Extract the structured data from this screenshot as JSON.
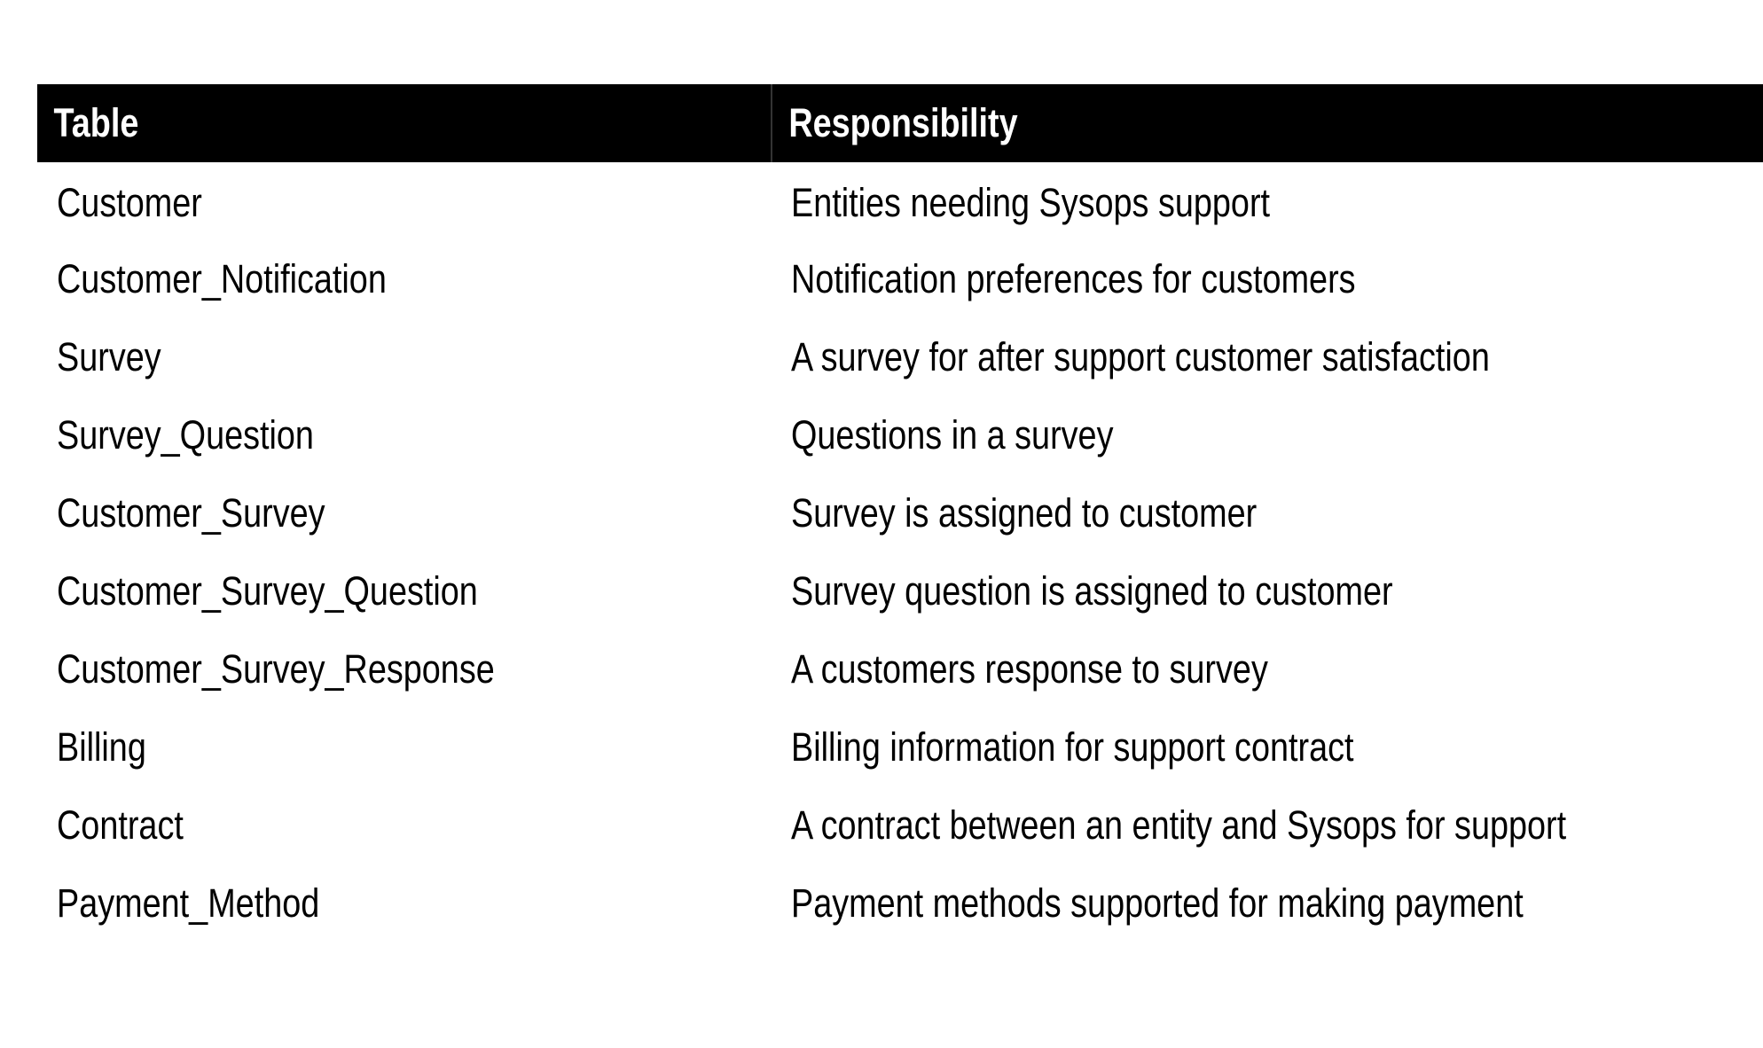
{
  "table": {
    "headers": [
      "Table",
      "Responsibility"
    ],
    "rows": [
      [
        "Customer",
        "Entities needing Sysops support"
      ],
      [
        "Customer_Notification",
        "Notification preferences for customers"
      ],
      [
        "Survey",
        "A survey for after support customer satisfaction"
      ],
      [
        "Survey_Question",
        "Questions in a survey"
      ],
      [
        "Customer_Survey",
        "Survey is assigned to customer"
      ],
      [
        "Customer_Survey_Question",
        "Survey question is assigned to customer"
      ],
      [
        "Customer_Survey_Response",
        "A customers response to survey"
      ],
      [
        "Billing",
        "Billing information for support contract"
      ],
      [
        "Contract",
        "A contract between an entity and Sysops for support"
      ],
      [
        "Payment_Method",
        "Payment methods supported for making payment"
      ]
    ]
  },
  "colors": {
    "header_background": "#000000",
    "header_text": "#ffffff",
    "body_text": "#000000"
  }
}
